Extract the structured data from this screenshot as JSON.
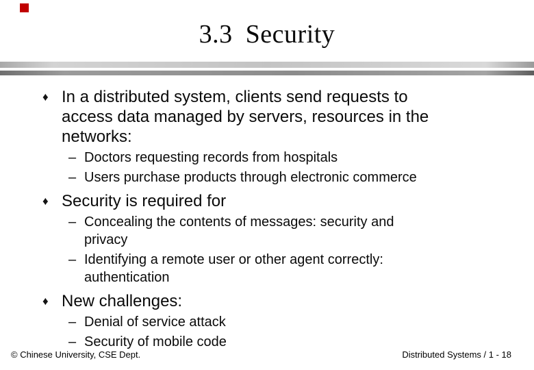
{
  "slide": {
    "title": "3.3 Security",
    "footer": {
      "left": "© Chinese University, CSE Dept.",
      "right": "Distributed Systems / 1 - 18"
    }
  },
  "icons": {
    "diamond_bullet": "♦",
    "dash_bullet": "–"
  },
  "colors": {
    "accent_square_red": "#c00000",
    "rule_light_gray": "#c3c3c3",
    "rule_dark_gray": "#8c8c8c",
    "text": "#000000",
    "background": "#ffffff"
  },
  "content": {
    "bullets": [
      {
        "lines": [
          "In a distributed system, clients send requests to",
          "access data managed by servers, resources in the",
          "networks:"
        ],
        "subs": [
          {
            "lines": [
              "Doctors requesting records from hospitals"
            ]
          },
          {
            "lines": [
              "Users purchase products through electronic commerce"
            ]
          }
        ]
      },
      {
        "lines": [
          "Security is required for"
        ],
        "subs": [
          {
            "lines": [
              "Concealing the contents of messages: security and",
              "privacy"
            ]
          },
          {
            "lines": [
              "Identifying a remote user or other agent correctly:",
              "authentication"
            ]
          }
        ]
      },
      {
        "lines": [
          "New challenges:"
        ],
        "subs": [
          {
            "lines": [
              "Denial of service attack"
            ]
          },
          {
            "lines": [
              "Security of mobile code"
            ]
          }
        ]
      }
    ]
  }
}
